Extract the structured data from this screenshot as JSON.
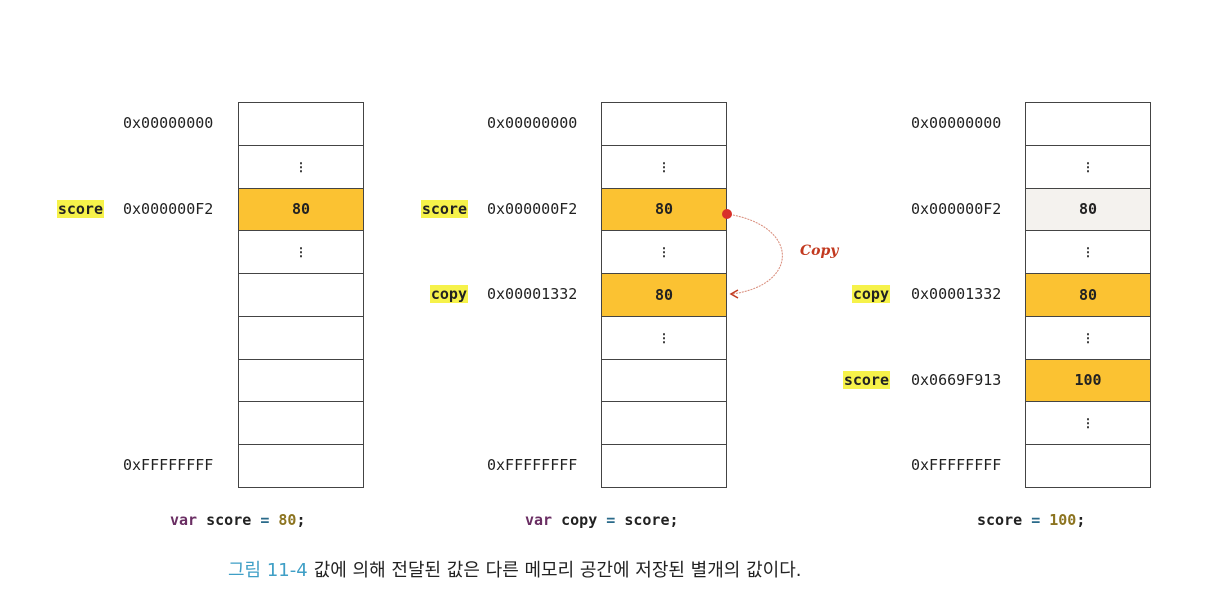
{
  "columns": [
    {
      "cells": [
        {
          "v": ""
        },
        {
          "v": "⋮"
        },
        {
          "v": "80",
          "s": "hl"
        },
        {
          "v": "⋮"
        },
        {
          "v": ""
        },
        {
          "v": ""
        },
        {
          "v": ""
        },
        {
          "v": ""
        },
        {
          "v": ""
        }
      ],
      "addresses": [
        {
          "row": 0,
          "text": "0x00000000"
        },
        {
          "row": 2,
          "text": "0x000000F2",
          "var": "score"
        },
        {
          "row": 8,
          "text": "0xFFFFFFFF"
        }
      ],
      "code": [
        {
          "t": "var ",
          "c": "kw"
        },
        {
          "t": "score ",
          "c": ""
        },
        {
          "t": "= ",
          "c": "op"
        },
        {
          "t": "80",
          "c": "num"
        },
        {
          "t": ";",
          "c": ""
        }
      ]
    },
    {
      "cells": [
        {
          "v": ""
        },
        {
          "v": "⋮"
        },
        {
          "v": "80",
          "s": "hl"
        },
        {
          "v": "⋮"
        },
        {
          "v": "80",
          "s": "hl"
        },
        {
          "v": "⋮"
        },
        {
          "v": ""
        },
        {
          "v": ""
        },
        {
          "v": ""
        }
      ],
      "addresses": [
        {
          "row": 0,
          "text": "0x00000000"
        },
        {
          "row": 2,
          "text": "0x000000F2",
          "var": "score"
        },
        {
          "row": 4,
          "text": "0x00001332",
          "var": "copy"
        },
        {
          "row": 8,
          "text": "0xFFFFFFFF"
        }
      ],
      "code": [
        {
          "t": "var ",
          "c": "kw"
        },
        {
          "t": "copy ",
          "c": ""
        },
        {
          "t": "= ",
          "c": "op"
        },
        {
          "t": "score;",
          "c": ""
        }
      ]
    },
    {
      "cells": [
        {
          "v": ""
        },
        {
          "v": "⋮"
        },
        {
          "v": "80",
          "s": "dim"
        },
        {
          "v": "⋮"
        },
        {
          "v": "80",
          "s": "hl"
        },
        {
          "v": "⋮"
        },
        {
          "v": "100",
          "s": "hl"
        },
        {
          "v": "⋮"
        },
        {
          "v": ""
        }
      ],
      "addresses": [
        {
          "row": 0,
          "text": "0x00000000"
        },
        {
          "row": 2,
          "text": "0x000000F2"
        },
        {
          "row": 4,
          "text": "0x00001332",
          "var": "copy"
        },
        {
          "row": 6,
          "text": "0x0669F913",
          "var": "score"
        },
        {
          "row": 8,
          "text": "0xFFFFFFFF"
        }
      ],
      "code": [
        {
          "t": "score ",
          "c": ""
        },
        {
          "t": "= ",
          "c": "op"
        },
        {
          "t": "100",
          "c": "num"
        },
        {
          "t": ";",
          "c": ""
        }
      ]
    }
  ],
  "copy_label": "Copy",
  "caption": {
    "figure": "그림 11-4",
    "text": "값에 의해 전달된 값은 다른 메모리 공간에 저장된 별개의 값이다."
  },
  "colors": {
    "highlight": "#fbc232",
    "var_bg": "#f6f24a",
    "arrow": "#c2391f"
  }
}
